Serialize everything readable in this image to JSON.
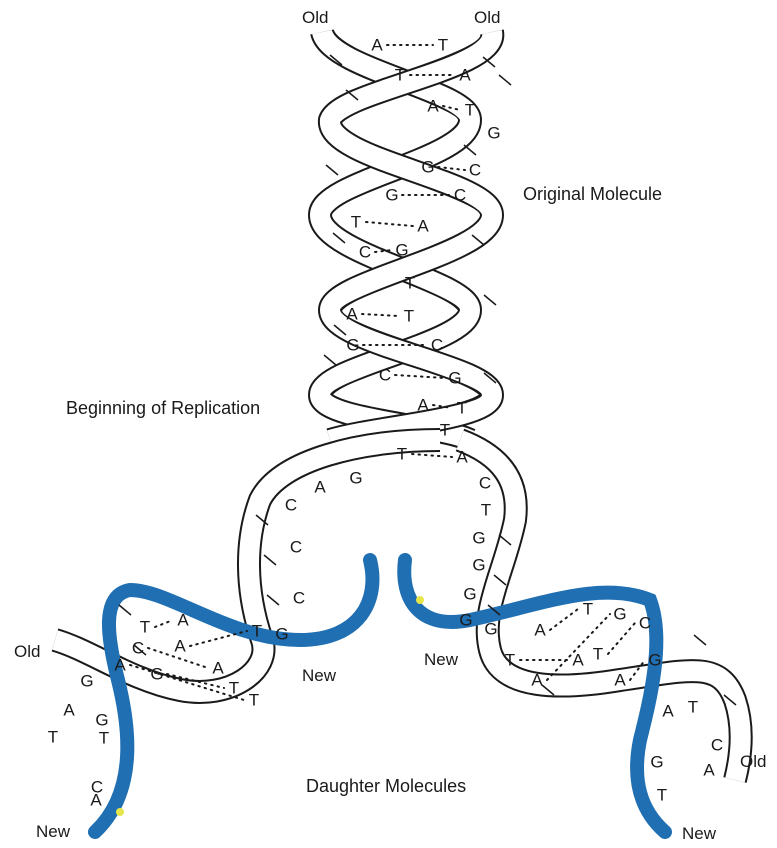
{
  "labels": {
    "old": "Old",
    "new": "New",
    "original_molecule": "Original Molecule",
    "beginning_of_replication": "Beginning of Replication",
    "daughter_molecules": "Daughter Molecules"
  },
  "colors": {
    "old_strand": "#ffffff",
    "strand_outline": "#1a1a1a",
    "new_strand": "#1f6fb2",
    "highlight": "#e6e64a"
  },
  "original_pairs": [
    {
      "left": "A",
      "right": "T"
    },
    {
      "left": "T",
      "right": "A"
    },
    {
      "left": "A",
      "right": "T"
    },
    {
      "left": "",
      "right": "G"
    },
    {
      "left": "G",
      "right": "C"
    },
    {
      "left": "G",
      "right": "C"
    },
    {
      "left": "T",
      "right": "A"
    },
    {
      "left": "C",
      "right": "G"
    },
    {
      "left": "",
      "right": "T"
    },
    {
      "left": "A",
      "right": "T"
    },
    {
      "left": "G",
      "right": "C"
    },
    {
      "left": "C",
      "right": "G"
    },
    {
      "left": "A",
      "right": "T"
    },
    {
      "left": "",
      "right": "T"
    },
    {
      "left": "T",
      "right": "A"
    }
  ],
  "fork_left_bases": [
    "G",
    "A",
    "C",
    "C",
    "C",
    "G"
  ],
  "fork_right_bases": [
    "C",
    "T",
    "G",
    "G",
    "G",
    "G",
    "G"
  ],
  "daughter_left_pairs": [
    {
      "a": "T",
      "b": "A"
    },
    {
      "a": "A",
      "b": "T"
    },
    {
      "a": "C",
      "b": "A"
    },
    {
      "a": "G",
      "b": "T"
    },
    {
      "a": "A",
      "b": "T"
    }
  ],
  "daughter_left_lower": [
    "G",
    "A",
    "G",
    "T",
    "T",
    "C",
    "A"
  ],
  "daughter_right_pairs": [
    {
      "a": "A",
      "b": "T"
    },
    {
      "a": "T",
      "b": "A"
    },
    {
      "a": "A",
      "b": "G"
    },
    {
      "a": "T",
      "b": "C"
    },
    {
      "a": "A",
      "b": "G"
    }
  ],
  "daughter_right_lower": [
    "T",
    "C",
    "A",
    "A",
    "G",
    "T"
  ]
}
